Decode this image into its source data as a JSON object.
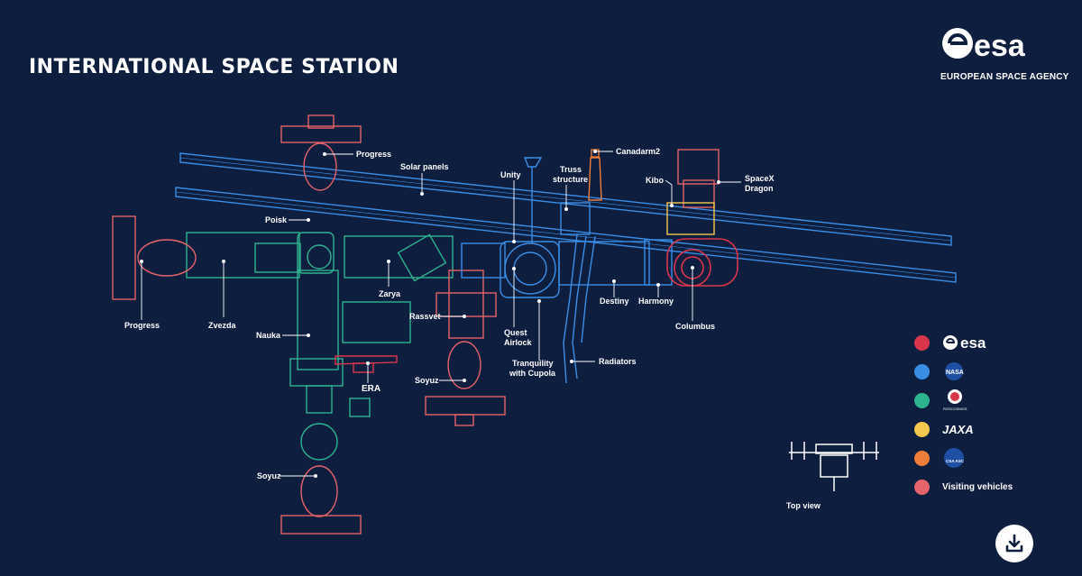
{
  "title": "INTERNATIONAL SPACE STATION",
  "brand": {
    "logo_text": "esa",
    "subtitle": "EUROPEAN SPACE AGENCY"
  },
  "colors": {
    "background": "#0d1e3f",
    "esa": "#d9364c",
    "nasa": "#3b8ee6",
    "roscosmos": "#2eb38f",
    "jaxa": "#f2c94c",
    "csa": "#ee7f3b",
    "visiting": "#e5636a"
  },
  "labels": {
    "progress_top": "Progress",
    "solar_panels": "Solar panels",
    "unity": "Unity",
    "truss_l1": "Truss",
    "truss_l2": "structure",
    "canadarm2": "Canadarm2",
    "kibo": "Kibo",
    "spacex_l1": "SpaceX",
    "spacex_l2": "Dragon",
    "poisk": "Poisk",
    "progress_left": "Progress",
    "zvezda": "Zvezda",
    "zarya": "Zarya",
    "nauka": "Nauka",
    "rassvet": "Rassvet",
    "quest_l1": "Quest",
    "quest_l2": "Airlock",
    "tranquility_l1": "Tranquility",
    "tranquility_l2": "with Cupola",
    "destiny": "Destiny",
    "harmony": "Harmony",
    "columbus": "Columbus",
    "radiators": "Radiators",
    "era": "ERA",
    "soyuz_right": "Soyuz",
    "soyuz_bottom": "Soyuz"
  },
  "legend": [
    {
      "key": "esa",
      "color": "#d9364c",
      "logo": "esa-logo",
      "text": "esa"
    },
    {
      "key": "nasa",
      "color": "#3b8ee6",
      "logo": "nasa-logo",
      "text": "NASA"
    },
    {
      "key": "roscosmos",
      "color": "#2eb38f",
      "logo": "roscosmos-logo",
      "text": "ROSCOSMOS"
    },
    {
      "key": "jaxa",
      "color": "#f2c94c",
      "logo": "jaxa-logo",
      "text": "JAXA"
    },
    {
      "key": "csa",
      "color": "#ee7f3b",
      "logo": "csa-logo",
      "text": "CSA ASC"
    },
    {
      "key": "visiting",
      "color": "#e5636a",
      "logo": "",
      "text": "Visiting vehicles"
    }
  ],
  "top_view_label": "Top view",
  "download_icon": "download-icon"
}
